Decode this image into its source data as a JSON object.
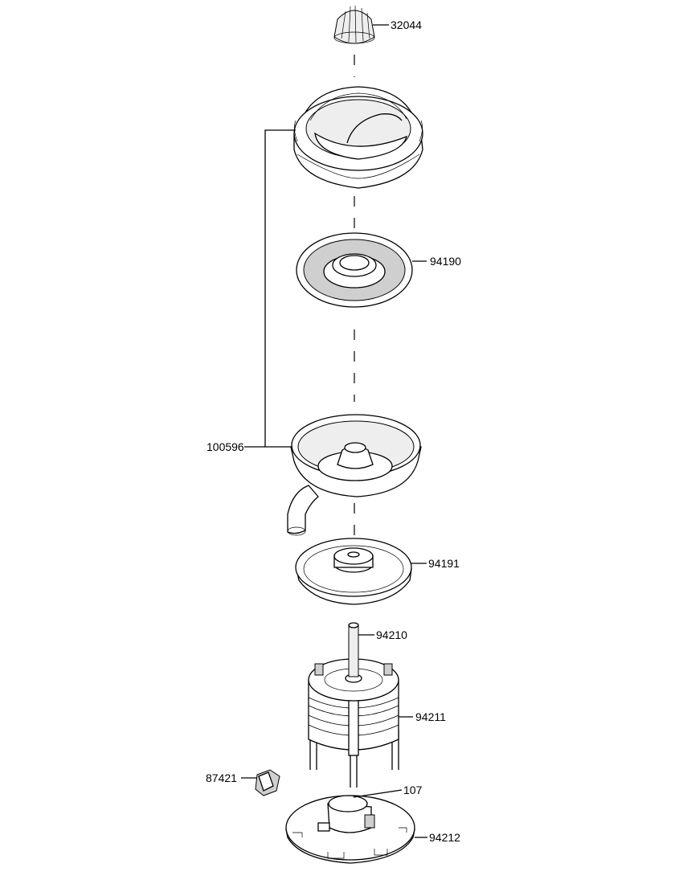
{
  "parts": {
    "reamer": "32044",
    "strainer_disc": "94190",
    "bowl_assembly": "100596",
    "splash_shield": "94191",
    "motor_shaft": "94210",
    "motor": "94211",
    "switch": "87421",
    "capacitor": "107",
    "base_plate": "94212"
  }
}
